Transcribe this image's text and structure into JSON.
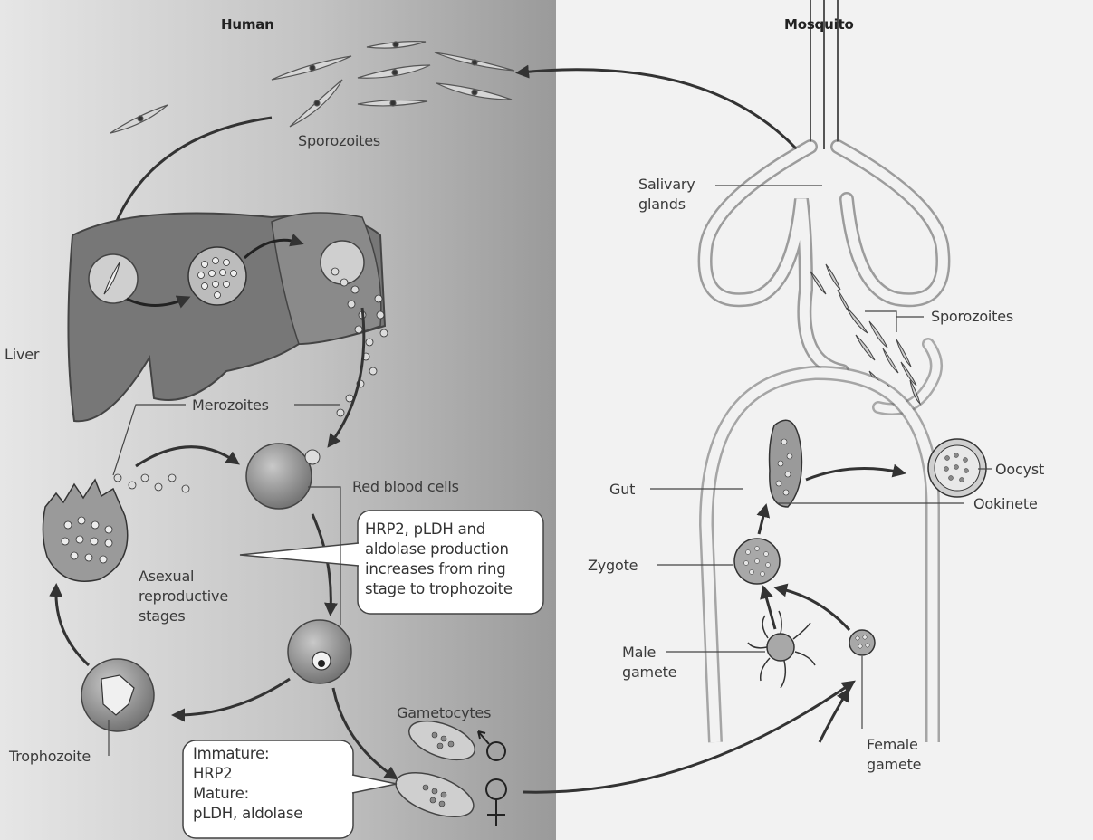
{
  "headers": {
    "human": "Human",
    "mosquito": "Mosquito"
  },
  "labels": {
    "sporozoites_human": "Sporozoites",
    "liver": "Liver",
    "merozoites": "Merozoites",
    "red_blood_cells": "Red blood cells",
    "asexual": "Asexual\nreproductive\nstages",
    "trophozoite": "Trophozoite",
    "gametocytes": "Gametocytes",
    "salivary_glands": "Salivary\nglands",
    "sporozoites_mosquito": "Sporozoites",
    "gut": "Gut",
    "oocyst": "Oocyst",
    "ookinete": "Ookinete",
    "zygote": "Zygote",
    "male_gamete": "Male\ngamete",
    "female_gamete": "Female\ngamete"
  },
  "callouts": {
    "hrp2_production": "HRP2, pLDH and\naldolase production\nincreases from ring\nstage to trophozoite",
    "gametocyte_markers": "Immature:\nHRP2\nMature:\npLDH, aldolase"
  },
  "colors": {
    "human_panel": "#a8a8a8",
    "mosquito_panel": "#f1f1f1",
    "arrow": "#333333",
    "cell_fill": "#8c8c8c"
  }
}
